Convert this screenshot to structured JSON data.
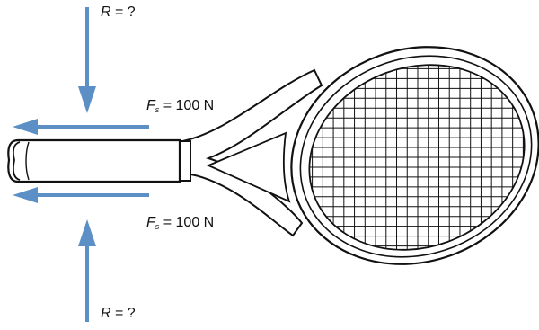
{
  "labels": {
    "r_top": {
      "symbol": "R",
      "rest": " = ?"
    },
    "fs_top": {
      "symbol": "F",
      "sub": "s",
      "rest": " = 100 N"
    },
    "fs_bottom": {
      "symbol": "F",
      "sub": "s",
      "rest": " = 100 N"
    },
    "r_bottom": {
      "symbol": "R",
      "rest": " = ?"
    }
  },
  "colors": {
    "arrow": "#5b8fc6",
    "outline": "#111111",
    "background": "#ffffff"
  },
  "strings": {
    "horizontal": 21,
    "vertical": 23
  }
}
